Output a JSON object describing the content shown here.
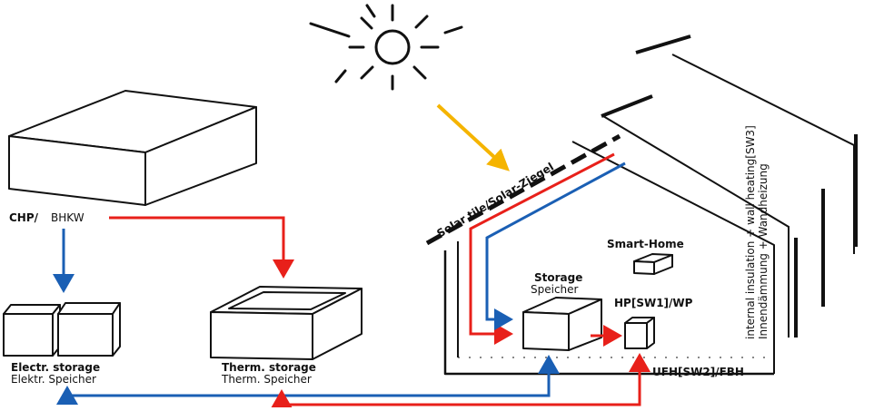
{
  "labels": {
    "chp": "CHP/",
    "bhkw": "BHKW",
    "elec_en": "Electr. storage",
    "elec_de": "Elektr. Speicher",
    "therm_en": "Therm. storage",
    "therm_de": "Therm. Speicher",
    "storage_en": "Storage",
    "storage_de": "Speicher",
    "smart_home": "Smart-Home",
    "hp": "HP[SW1]/WP",
    "ufh": "UFH[SW2]/FBH",
    "solar_tile": "Solar tile/Solar-Ziegel",
    "insulation_en": "internal insulation + wall heating[SW3]",
    "insulation_de": "Innendämmung + Wandheizung"
  },
  "colors": {
    "sun_arrow": "#f5b400",
    "heat_line": "#e8201a",
    "power_line": "#1a5fb4",
    "sketch": "#111111"
  },
  "icons": [
    "sun-icon",
    "chp-unit-icon",
    "battery-icon",
    "tank-icon",
    "house-icon",
    "smart-home-box-icon",
    "heat-pump-icon"
  ]
}
